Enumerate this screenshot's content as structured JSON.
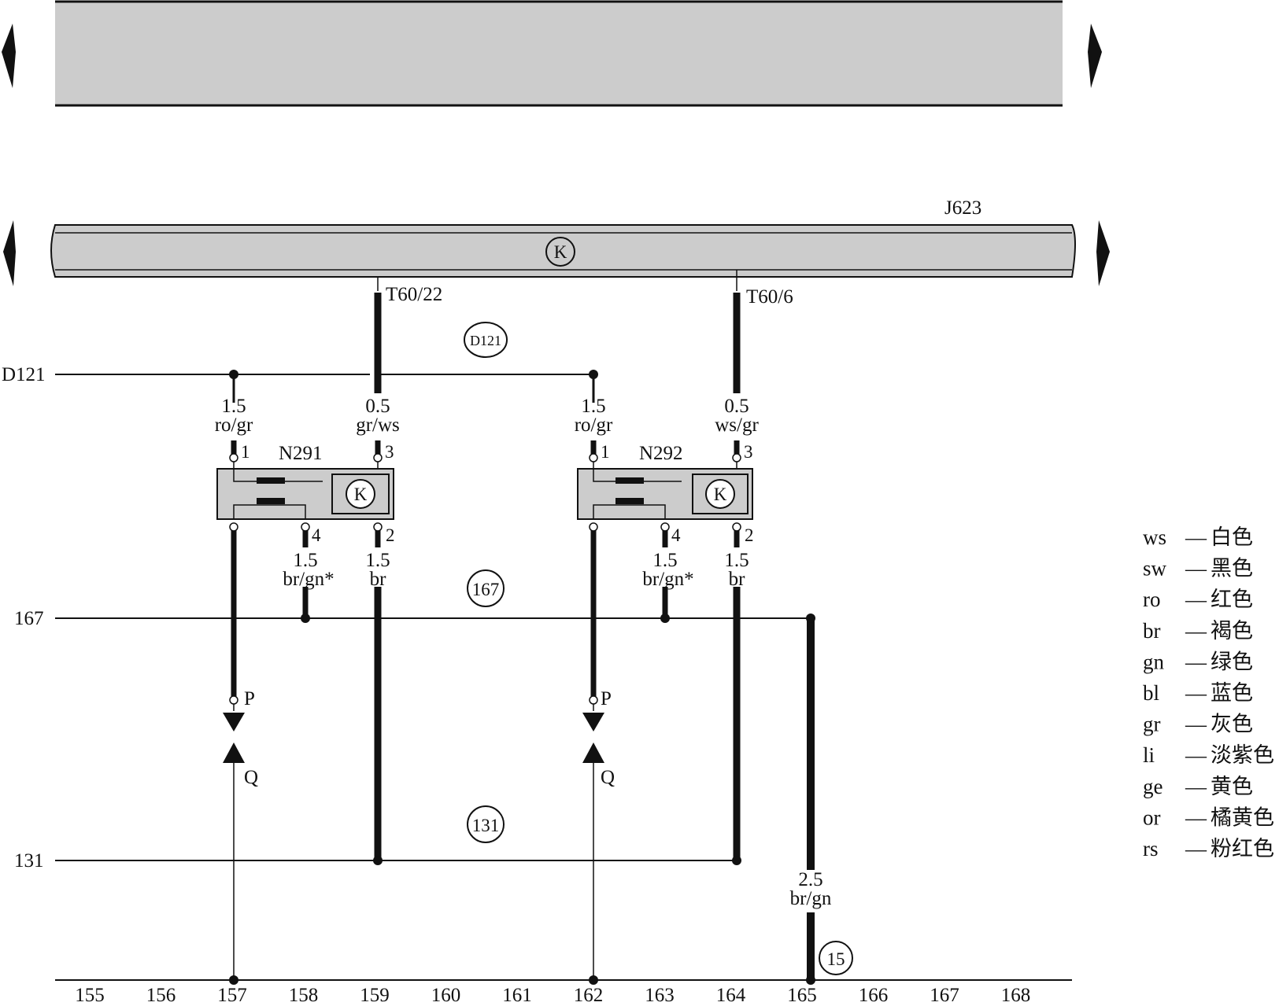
{
  "control_unit": {
    "label": "J623",
    "connector_left": "T60/22",
    "connector_right": "T60/6",
    "symbol": "K"
  },
  "lines": {
    "d121": "D121",
    "l167": "167",
    "l131": "131"
  },
  "circles": {
    "d121": "D121",
    "c167": "167",
    "c131": "131",
    "c15": "15"
  },
  "components": [
    {
      "label": "N291",
      "pin1": "1",
      "pin3": "3",
      "pin4": "4",
      "pin2": "2",
      "symbol": "K"
    },
    {
      "label": "N292",
      "pin1": "1",
      "pin3": "3",
      "pin4": "4",
      "pin2": "2",
      "symbol": "K"
    }
  ],
  "wires": {
    "n291_pin1": {
      "size": "1.5",
      "color": "ro/gr"
    },
    "n291_pin3": {
      "size": "0.5",
      "color": "gr/ws"
    },
    "n291_pin4": {
      "size": "1.5",
      "color": "br/gn*"
    },
    "n291_pin2": {
      "size": "1.5",
      "color": "br"
    },
    "n292_pin1": {
      "size": "1.5",
      "color": "ro/gr"
    },
    "n292_pin3": {
      "size": "0.5",
      "color": "ws/gr"
    },
    "n292_pin4": {
      "size": "1.5",
      "color": "br/gn*"
    },
    "n292_pin2": {
      "size": "1.5",
      "color": "br"
    },
    "ground": {
      "size": "2.5",
      "color": "br/gn"
    }
  },
  "connectors": {
    "p": "P",
    "q": "Q"
  },
  "ruler": [
    "155",
    "156",
    "157",
    "158",
    "159",
    "160",
    "161",
    "162",
    "163",
    "164",
    "165",
    "166",
    "167",
    "168"
  ],
  "legend": [
    {
      "code": "ws",
      "name": "白色"
    },
    {
      "code": "sw",
      "name": "黑色"
    },
    {
      "code": "ro",
      "name": "红色"
    },
    {
      "code": "br",
      "name": "褐色"
    },
    {
      "code": "gn",
      "name": "绿色"
    },
    {
      "code": "bl",
      "name": "蓝色"
    },
    {
      "code": "gr",
      "name": "灰色"
    },
    {
      "code": "li",
      "name": "淡紫色"
    },
    {
      "code": "ge",
      "name": "黄色"
    },
    {
      "code": "or",
      "name": "橘黄色"
    },
    {
      "code": "rs",
      "name": "粉红色"
    }
  ],
  "legend_dash": "—",
  "colors": {
    "bar_fill": "#cccccc",
    "line": "#111111"
  }
}
